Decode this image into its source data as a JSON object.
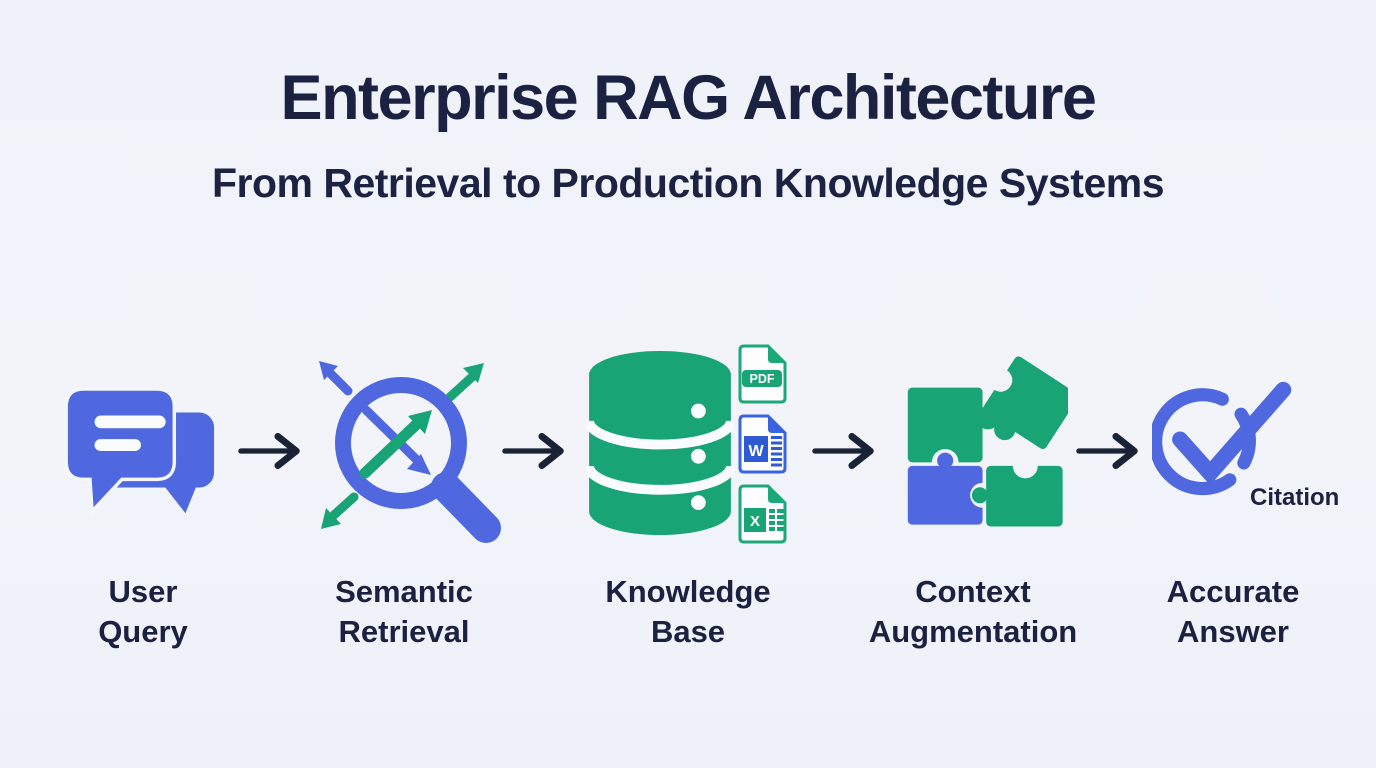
{
  "header": {
    "title": "Enterprise RAG Architecture",
    "subtitle": "From Retrieval to Production Knowledge Systems"
  },
  "palette": {
    "background": "#F1F3F9",
    "primary_blue": "#4F68DF",
    "primary_green": "#18A474",
    "heading_navy": "#1B2140",
    "arrow_navy": "#1A2236",
    "word_blue": "#2E5BD3"
  },
  "stages": [
    {
      "name": "user-query",
      "icon": "chat-bubbles-icon",
      "label_line1": "User",
      "label_line2": "Query"
    },
    {
      "name": "semantic-retrieval",
      "icon": "magnifier-vectors-icon",
      "label_line1": "Semantic",
      "label_line2": "Retrieval"
    },
    {
      "name": "knowledge-base",
      "icon": "database-icon",
      "label_line1": "Knowledge",
      "label_line2": "Base",
      "file_badges": {
        "pdf": "PDF",
        "word": "W",
        "excel": "X"
      }
    },
    {
      "name": "context-augmentation",
      "icon": "puzzle-icon",
      "label_line1": "Context",
      "label_line2": "Augmentation"
    },
    {
      "name": "accurate-answer",
      "icon": "check-circle-icon",
      "label_line1": "Accurate",
      "label_line2": "Answer",
      "annotation": "Citation"
    }
  ]
}
